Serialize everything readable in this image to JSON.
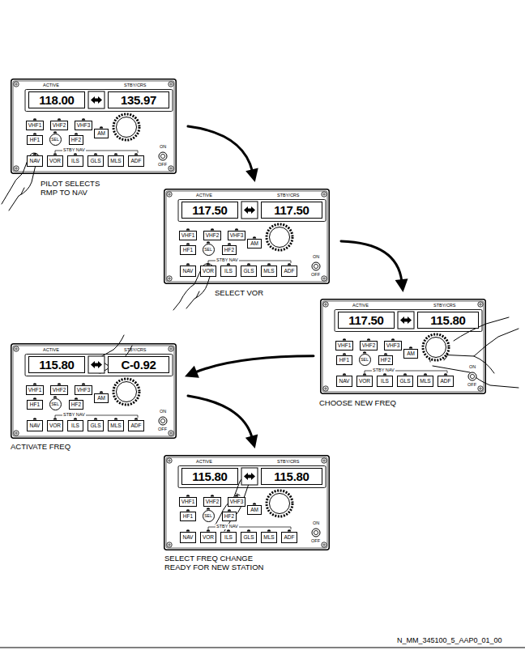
{
  "diagram": {
    "nodes": [
      {
        "text": [
          "ACTIVE",
          "STBY/CRS",
          "STBY NAV",
          "ON",
          "OFF",
          "PILOT SELECTS RMP TO NAV"
        ]
      },
      {
        "text": [
          "118.00"
        ],
        "in": 0
      },
      {
        "text": [
          "135.97"
        ],
        "in": 0
      },
      {
        "text": [
          "VHF1"
        ],
        "in": 0
      },
      {
        "text": [
          "VHF2"
        ],
        "in": 0
      },
      {
        "text": [
          "VHF3"
        ],
        "in": 0
      },
      {
        "text": [
          "HF1"
        ],
        "in": 0
      },
      {
        "text": [
          "SEL"
        ],
        "in": 0
      },
      {
        "text": [
          "HF2"
        ],
        "in": 0
      },
      {
        "text": [
          "AM"
        ],
        "in": 0
      },
      {
        "text": [
          "NAV"
        ],
        "in": 0
      },
      {
        "text": [
          "VOR"
        ],
        "in": 0
      },
      {
        "text": [
          "ILS"
        ],
        "in": 0
      },
      {
        "text": [
          "GLS"
        ],
        "in": 0
      },
      {
        "text": [
          "MLS"
        ],
        "in": 0
      },
      {
        "text": [
          "ADF"
        ],
        "in": 0
      },
      {
        "text": [
          "ACTIVE",
          "STBY/CRS",
          "STBY NAV",
          "ON",
          "OFF",
          "SELECT VOR"
        ]
      },
      {
        "text": [
          "117.50"
        ],
        "in": 16
      },
      {
        "text": [
          "117.50"
        ],
        "in": 16
      },
      {
        "text": [
          "VHF1"
        ],
        "in": 16
      },
      {
        "text": [
          "VHF2"
        ],
        "in": 16
      },
      {
        "text": [
          "VHF3"
        ],
        "in": 16
      },
      {
        "text": [
          "HF1"
        ],
        "in": 16
      },
      {
        "text": [
          "SEL"
        ],
        "in": 16
      },
      {
        "text": [
          "HF2"
        ],
        "in": 16
      },
      {
        "text": [
          "AM"
        ],
        "in": 16
      },
      {
        "text": [
          "NAV"
        ],
        "in": 16
      },
      {
        "text": [
          "VOR"
        ],
        "in": 16
      },
      {
        "text": [
          "ILS"
        ],
        "in": 16
      },
      {
        "text": [
          "GLS"
        ],
        "in": 16
      },
      {
        "text": [
          "MLS"
        ],
        "in": 16
      },
      {
        "text": [
          "ADF"
        ],
        "in": 16
      },
      {
        "text": [
          "ACTIVE",
          "STBY/CRS",
          "STBY NAV",
          "ON",
          "OFF",
          "CHOOSE NEW FREQ"
        ]
      },
      {
        "text": [
          "117.50"
        ],
        "in": 32
      },
      {
        "text": [
          "115.80"
        ],
        "in": 32
      },
      {
        "text": [
          "VHF1"
        ],
        "in": 32
      },
      {
        "text": [
          "VHF2"
        ],
        "in": 32
      },
      {
        "text": [
          "VHF3"
        ],
        "in": 32
      },
      {
        "text": [
          "HF1"
        ],
        "in": 32
      },
      {
        "text": [
          "SEL"
        ],
        "in": 32
      },
      {
        "text": [
          "HF2"
        ],
        "in": 32
      },
      {
        "text": [
          "AM"
        ],
        "in": 32
      },
      {
        "text": [
          "NAV"
        ],
        "in": 32
      },
      {
        "text": [
          "VOR"
        ],
        "in": 32
      },
      {
        "text": [
          "ILS"
        ],
        "in": 32
      },
      {
        "text": [
          "GLS"
        ],
        "in": 32
      },
      {
        "text": [
          "MLS"
        ],
        "in": 32
      },
      {
        "text": [
          "ADF"
        ],
        "in": 32
      },
      {
        "text": [
          "ACTIVE",
          "STBY/CRS",
          "STBY NAV",
          "ON",
          "OFF",
          "ACTIVATE FREQ"
        ]
      },
      {
        "text": [
          "115.80"
        ],
        "in": 48
      },
      {
        "text": [
          "C-0.92"
        ],
        "in": 48
      },
      {
        "text": [
          "VHF1"
        ],
        "in": 48
      },
      {
        "text": [
          "VHF2"
        ],
        "in": 48
      },
      {
        "text": [
          "VHF3"
        ],
        "in": 48
      },
      {
        "text": [
          "HF1"
        ],
        "in": 48
      },
      {
        "text": [
          "SEL"
        ],
        "in": 48
      },
      {
        "text": [
          "HF2"
        ],
        "in": 48
      },
      {
        "text": [
          "AM"
        ],
        "in": 48
      },
      {
        "text": [
          "NAV"
        ],
        "in": 48
      },
      {
        "text": [
          "VOR"
        ],
        "in": 48
      },
      {
        "text": [
          "ILS"
        ],
        "in": 48
      },
      {
        "text": [
          "GLS"
        ],
        "in": 48
      },
      {
        "text": [
          "MLS"
        ],
        "in": 48
      },
      {
        "text": [
          "ADF"
        ],
        "in": 48
      },
      {
        "text": [
          "ACTIVE",
          "STBY/CRS",
          "STBY NAV",
          "ON",
          "OFF",
          "SELECT FREQ CHANGE READY FOR NEW STATION"
        ]
      },
      {
        "text": [
          "115.80"
        ],
        "in": 64
      },
      {
        "text": [
          "115.80"
        ],
        "in": 64
      },
      {
        "text": [
          "VHF1"
        ],
        "in": 64
      },
      {
        "text": [
          "VHF2"
        ],
        "in": 64
      },
      {
        "text": [
          "VHF3"
        ],
        "in": 64
      },
      {
        "text": [
          "HF1"
        ],
        "in": 64
      },
      {
        "text": [
          "SEL"
        ],
        "in": 64
      },
      {
        "text": [
          "HF2"
        ],
        "in": 64
      },
      {
        "text": [
          "AM"
        ],
        "in": 64
      },
      {
        "text": [
          "NAV"
        ],
        "in": 64
      },
      {
        "text": [
          "VOR"
        ],
        "in": 64
      },
      {
        "text": [
          "ILS"
        ],
        "in": 64
      },
      {
        "text": [
          "GLS"
        ],
        "in": 64
      },
      {
        "text": [
          "MLS"
        ],
        "in": 64
      },
      {
        "text": [
          "ADF"
        ],
        "in": 64
      }
    ],
    "edges": [
      {
        "from": 0,
        "to": 16,
        "arrow": "to"
      },
      {
        "from": 16,
        "to": 32,
        "arrow": "to"
      },
      {
        "from": 32,
        "to": 48,
        "arrow": "to"
      },
      {
        "from": 48,
        "to": 64,
        "arrow": "to"
      }
    ],
    "labels": [
      "N_MM_345100_5_AAP0_01_00"
    ]
  }
}
